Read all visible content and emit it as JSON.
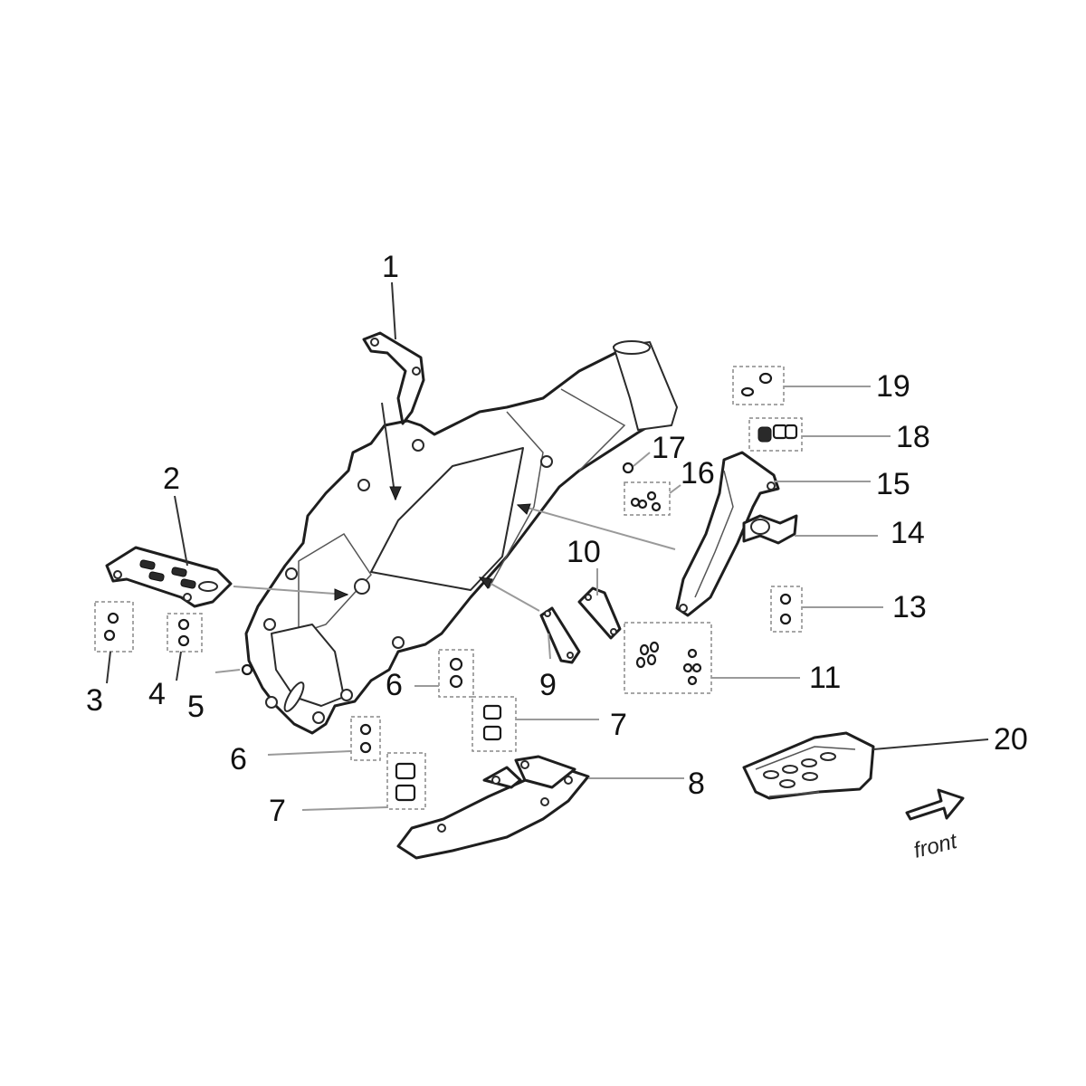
{
  "callouts": [
    "1",
    "2",
    "3",
    "4",
    "5",
    "6",
    "7",
    "8",
    "9",
    "10",
    "11",
    "13",
    "14",
    "15",
    "16",
    "17",
    "18",
    "19",
    "20"
  ],
  "front_label": "front",
  "colors": {
    "line": "#1e1e1e",
    "leader": "#9a9a9a",
    "background": "#ffffff"
  }
}
